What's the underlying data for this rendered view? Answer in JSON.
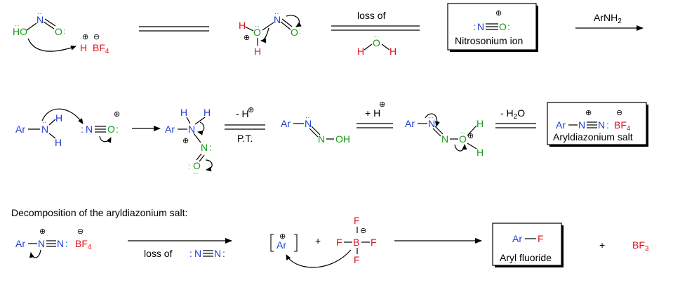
{
  "colors": {
    "oxygen": "#1a9a1a",
    "nitrogen_green": "#1a9a1a",
    "nitrogen_blue": "#1f3fd6",
    "hydrogen_red": "#e0141e",
    "ink": "#000000"
  },
  "labels": {
    "loss_of": "loss of",
    "loss_of_nitrogen": "loss of",
    "arnh2": "ArNH",
    "arnh2_sub": "2",
    "nitrosonium_ion": "Nitrosonium ion",
    "minus_h": "- H",
    "pt": "P.T.",
    "plus_h": "+ H",
    "minus_h2o": "- H",
    "minus_h2o_sub": "2",
    "minus_h2o_tail": "O",
    "aryldiazonium_salt": "Aryldiazonium salt",
    "decomposition_heading": "Decomposition of the aryldiazonium salt:",
    "aryl_fluoride": "Aryl fluoride",
    "plus": "+",
    "bf3": "BF",
    "bf3_sub": "3",
    "bf4": "BF",
    "bf4_sub": "4"
  },
  "atoms": {
    "ho": "HO",
    "n": "N",
    "o": "O",
    "h": "H",
    "ar": "Ar",
    "f": "F",
    "b": "B",
    "oh": "OH",
    "plus_sign": "⊕",
    "minus_sign": "⊖",
    "dots": "··",
    "colon": ":"
  }
}
